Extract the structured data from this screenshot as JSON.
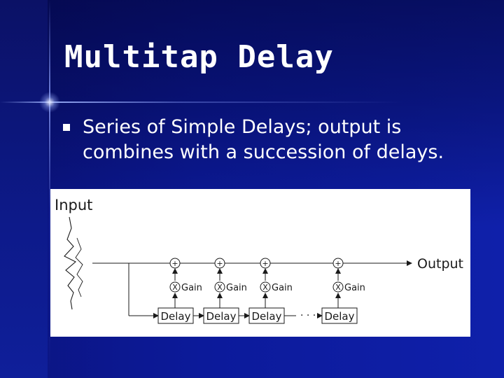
{
  "slide": {
    "title": "Multitap Delay",
    "bullets": [
      "Series of Simple Delays; output is combines with a succession of delays."
    ]
  },
  "diagram": {
    "input_label": "Input",
    "output_label": "Output",
    "taps": [
      {
        "sum": "+",
        "multiply": "X",
        "gain": "Gain",
        "delay": "Delay"
      },
      {
        "sum": "+",
        "multiply": "X",
        "gain": "Gain",
        "delay": "Delay"
      },
      {
        "sum": "+",
        "multiply": "X",
        "gain": "Gain",
        "delay": "Delay"
      },
      {
        "sum": "+",
        "multiply": "X",
        "gain": "Gain",
        "delay": "Delay"
      }
    ],
    "ellipsis": "· · ·"
  },
  "colors": {
    "background": "#0a1a8c",
    "title": "#ffffff",
    "text": "#ffffff",
    "figure_background": "#ffffff",
    "figure_ink": "#1a1a1a"
  }
}
